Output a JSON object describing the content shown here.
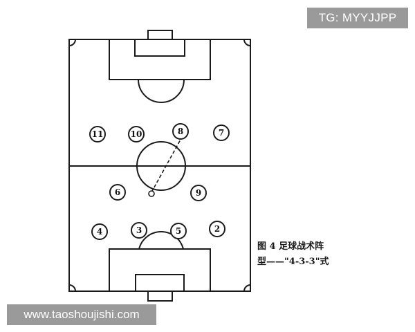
{
  "watermarks": {
    "top": "TG: MYYJJPP",
    "bottom": "www.taoshoujishi.com"
  },
  "caption": {
    "line1": "图 4  足球战术阵",
    "line2": "型——\"4-3-3\"式"
  },
  "players": [
    "11",
    "10",
    "8",
    "7",
    "6",
    "9",
    "4",
    "3",
    "5",
    "2"
  ]
}
